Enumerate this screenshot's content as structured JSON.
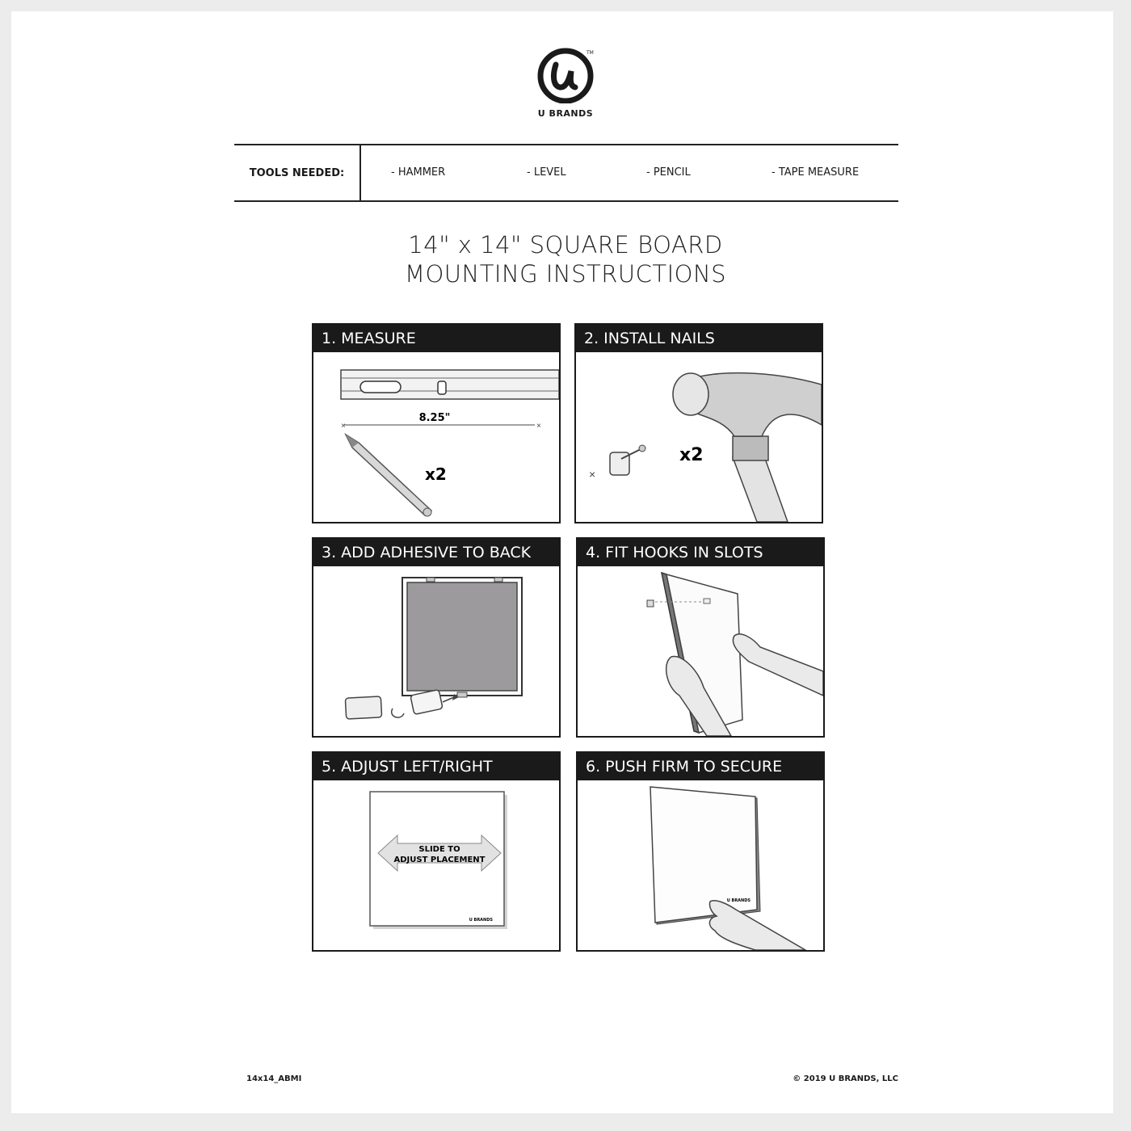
{
  "brand": {
    "name": "U BRANDS",
    "trademark": "TM"
  },
  "tools": {
    "label": "TOOLS NEEDED:",
    "items": [
      "- HAMMER",
      "- LEVEL",
      "- PENCIL",
      "- TAPE MEASURE"
    ]
  },
  "title": {
    "line1": "14\" x 14\" SQUARE BOARD",
    "line2": "MOUNTING INSTRUCTIONS"
  },
  "steps": [
    {
      "label": "1. MEASURE",
      "measurement": "8.25\"",
      "count": "x2"
    },
    {
      "label": "2. INSTALL NAILS",
      "count": "x2"
    },
    {
      "label": "3. ADD ADHESIVE TO BACK"
    },
    {
      "label": "4. FIT HOOKS IN SLOTS"
    },
    {
      "label": "5. ADJUST LEFT/RIGHT",
      "arrow_line1": "SLIDE TO",
      "arrow_line2": "ADJUST PLACEMENT",
      "board_brand": "U BRANDS"
    },
    {
      "label": "6. PUSH FIRM TO SECURE",
      "board_brand": "U BRANDS"
    }
  ],
  "footer": {
    "code": "14x14_ABMI",
    "copyright": "© 2019 U BRANDS, LLC"
  }
}
